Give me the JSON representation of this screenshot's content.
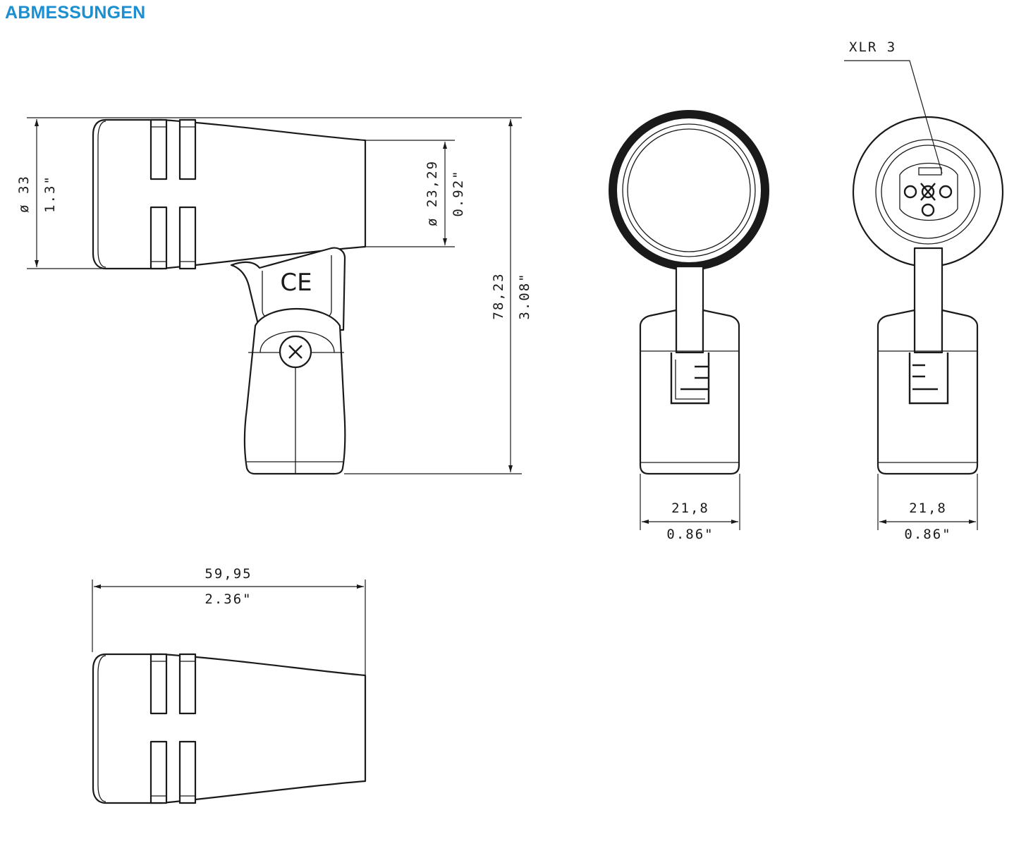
{
  "header": {
    "title": "ABMESSUNGEN",
    "title_color": "#1b8fd1"
  },
  "side_view": {
    "diameter_mm": "ø 33",
    "diameter_in": "1.3\"",
    "neck_diameter_mm": "ø 23,29",
    "neck_diameter_in": "0.92\"",
    "height_mm": "78,23",
    "height_in": "3.08\"",
    "mark": "CE"
  },
  "front_view": {
    "width_mm": "21,8",
    "width_in": "0.86\""
  },
  "rear_view": {
    "connector_label": "XLR 3",
    "width_mm": "21,8",
    "width_in": "0.86\""
  },
  "capsule_view": {
    "length_mm": "59,95",
    "length_in": "2.36\""
  }
}
